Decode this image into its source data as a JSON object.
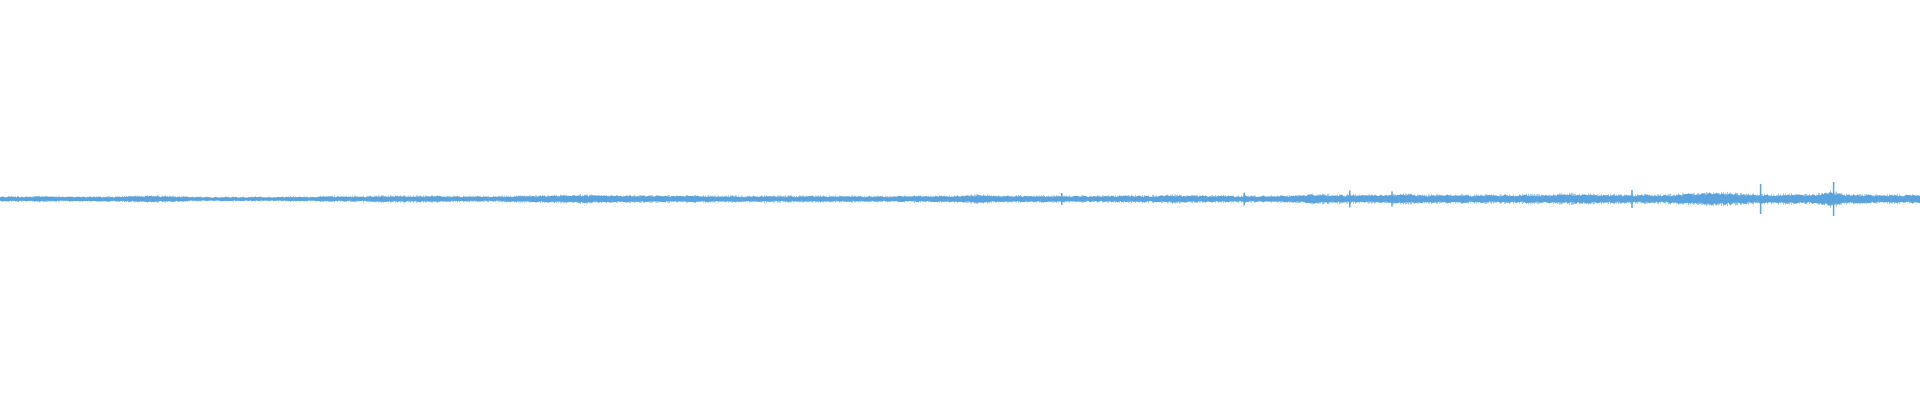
{
  "waveform": {
    "color": "#5ba3dc",
    "background": "#ffffff",
    "channels": 1,
    "envelope": [
      0.12,
      0.13,
      0.12,
      0.14,
      0.13,
      0.12,
      0.13,
      0.12,
      0.13,
      0.12,
      0.14,
      0.16,
      0.18,
      0.15,
      0.13,
      0.11,
      0.1,
      0.1,
      0.11,
      0.1,
      0.11,
      0.1,
      0.11,
      0.12,
      0.11,
      0.13,
      0.14,
      0.13,
      0.14,
      0.15,
      0.17,
      0.16,
      0.15,
      0.16,
      0.15,
      0.14,
      0.13,
      0.14,
      0.13,
      0.14,
      0.15,
      0.16,
      0.17,
      0.18,
      0.2,
      0.21,
      0.19,
      0.18,
      0.17,
      0.18,
      0.17,
      0.16,
      0.17,
      0.16,
      0.17,
      0.16,
      0.15,
      0.16,
      0.15,
      0.16,
      0.15,
      0.16,
      0.15,
      0.16,
      0.15,
      0.14,
      0.15,
      0.14,
      0.15,
      0.14,
      0.15,
      0.16,
      0.15,
      0.17,
      0.16,
      0.18,
      0.22,
      0.17,
      0.16,
      0.17,
      0.16,
      0.17,
      0.16,
      0.15,
      0.16,
      0.15,
      0.16,
      0.17,
      0.18,
      0.17,
      0.18,
      0.2,
      0.19,
      0.17,
      0.16,
      0.17,
      0.16,
      0.17,
      0.16,
      0.17,
      0.17,
      0.18,
      0.25,
      0.22,
      0.2,
      0.21,
      0.2,
      0.19,
      0.22,
      0.24,
      0.22,
      0.21,
      0.2,
      0.21,
      0.2,
      0.21,
      0.2,
      0.21,
      0.22,
      0.21,
      0.22,
      0.24,
      0.26,
      0.24,
      0.22,
      0.21,
      0.22,
      0.21,
      0.22,
      0.21,
      0.24,
      0.26,
      0.28,
      0.35,
      0.3,
      0.26,
      0.24,
      0.23,
      0.24,
      0.25,
      0.22,
      0.23,
      0.4,
      0.24,
      0.23,
      0.22,
      0.21,
      0.22,
      0.21,
      0.22
    ],
    "spikes": [
      {
        "position": 0.553,
        "amplitude": 0.3
      },
      {
        "position": 0.648,
        "amplitude": 0.32
      },
      {
        "position": 0.703,
        "amplitude": 0.42
      },
      {
        "position": 0.725,
        "amplitude": 0.38
      },
      {
        "position": 0.85,
        "amplitude": 0.45
      },
      {
        "position": 0.917,
        "amplitude": 0.75
      },
      {
        "position": 0.955,
        "amplitude": 0.85
      }
    ]
  }
}
